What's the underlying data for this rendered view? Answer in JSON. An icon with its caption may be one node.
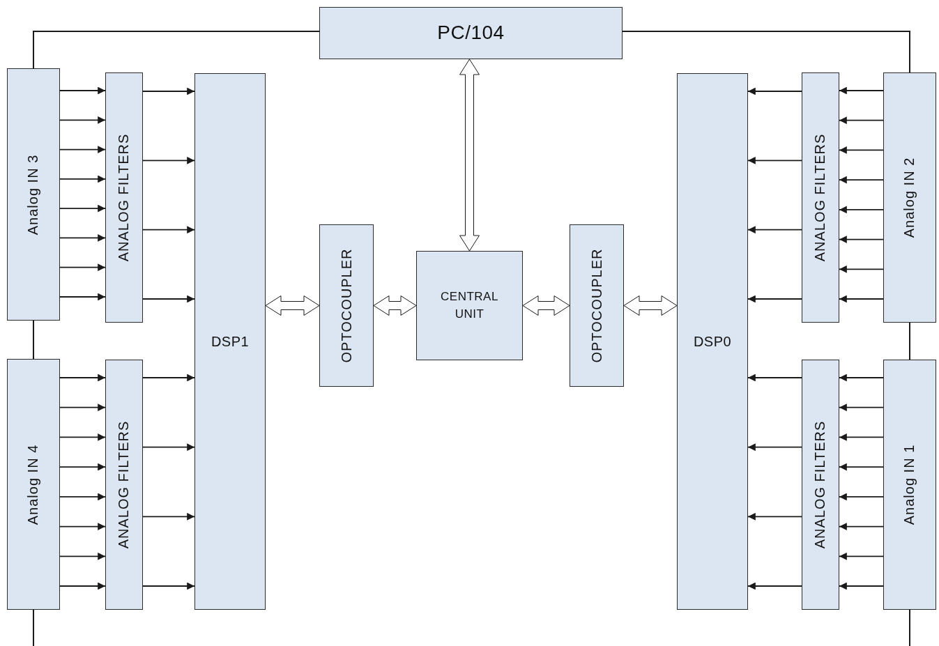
{
  "diagram": {
    "nodes": [
      {
        "text": [
          "PC/104"
        ]
      },
      {
        "text": [
          "Analog IN 3"
        ]
      },
      {
        "text": [
          "ANALOG FILTERS"
        ]
      },
      {
        "text": [
          "Analog IN 4"
        ]
      },
      {
        "text": [
          "ANALOG FILTERS"
        ]
      },
      {
        "text": [
          "DSP1"
        ]
      },
      {
        "text": [
          "OPTOCOUPLER"
        ]
      },
      {
        "text": [
          "CENTRAL UNIT"
        ]
      },
      {
        "text": [
          "OPTOCOUPLER"
        ]
      },
      {
        "text": [
          "DSP0"
        ]
      },
      {
        "text": [
          "ANALOG FILTERS"
        ]
      },
      {
        "text": [
          "Analog IN 2"
        ]
      },
      {
        "text": [
          "ANALOG FILTERS"
        ]
      },
      {
        "text": [
          "Analog IN 1"
        ]
      }
    ],
    "edges": [
      {
        "from": 0,
        "to": 1,
        "arrow": "none"
      },
      {
        "from": 1,
        "to": 3,
        "arrow": "none"
      },
      {
        "from": 3,
        "to": null,
        "arrow": "none"
      },
      {
        "from": 0,
        "to": 11,
        "arrow": "none"
      },
      {
        "from": 11,
        "to": 13,
        "arrow": "none"
      },
      {
        "from": 13,
        "to": null,
        "arrow": "none"
      },
      {
        "from": 0,
        "to": 7,
        "arrow": "both",
        "style": "thick"
      },
      {
        "from": 5,
        "to": 6,
        "arrow": "both",
        "style": "thick"
      },
      {
        "from": 6,
        "to": 7,
        "arrow": "both",
        "style": "thick"
      },
      {
        "from": 7,
        "to": 8,
        "arrow": "both",
        "style": "thick"
      },
      {
        "from": 8,
        "to": 9,
        "arrow": "both",
        "style": "thick"
      },
      {
        "from": 1,
        "to": 2,
        "arrow": "to"
      },
      {
        "from": 1,
        "to": 2,
        "arrow": "to"
      },
      {
        "from": 1,
        "to": 2,
        "arrow": "to"
      },
      {
        "from": 1,
        "to": 2,
        "arrow": "to"
      },
      {
        "from": 1,
        "to": 2,
        "arrow": "to"
      },
      {
        "from": 1,
        "to": 2,
        "arrow": "to"
      },
      {
        "from": 1,
        "to": 2,
        "arrow": "to"
      },
      {
        "from": 1,
        "to": 2,
        "arrow": "to"
      },
      {
        "from": 2,
        "to": 5,
        "arrow": "to"
      },
      {
        "from": 2,
        "to": 5,
        "arrow": "to"
      },
      {
        "from": 2,
        "to": 5,
        "arrow": "to"
      },
      {
        "from": 2,
        "to": 5,
        "arrow": "to"
      },
      {
        "from": 3,
        "to": 4,
        "arrow": "to"
      },
      {
        "from": 3,
        "to": 4,
        "arrow": "to"
      },
      {
        "from": 3,
        "to": 4,
        "arrow": "to"
      },
      {
        "from": 3,
        "to": 4,
        "arrow": "to"
      },
      {
        "from": 3,
        "to": 4,
        "arrow": "to"
      },
      {
        "from": 3,
        "to": 4,
        "arrow": "to"
      },
      {
        "from": 3,
        "to": 4,
        "arrow": "to"
      },
      {
        "from": 3,
        "to": 4,
        "arrow": "to"
      },
      {
        "from": 4,
        "to": 5,
        "arrow": "to"
      },
      {
        "from": 4,
        "to": 5,
        "arrow": "to"
      },
      {
        "from": 4,
        "to": 5,
        "arrow": "to"
      },
      {
        "from": 4,
        "to": 5,
        "arrow": "to"
      },
      {
        "from": 11,
        "to": 10,
        "arrow": "to"
      },
      {
        "from": 11,
        "to": 10,
        "arrow": "to"
      },
      {
        "from": 11,
        "to": 10,
        "arrow": "to"
      },
      {
        "from": 11,
        "to": 10,
        "arrow": "to"
      },
      {
        "from": 11,
        "to": 10,
        "arrow": "to"
      },
      {
        "from": 11,
        "to": 10,
        "arrow": "to"
      },
      {
        "from": 11,
        "to": 10,
        "arrow": "to"
      },
      {
        "from": 11,
        "to": 10,
        "arrow": "to"
      },
      {
        "from": 10,
        "to": 9,
        "arrow": "to"
      },
      {
        "from": 10,
        "to": 9,
        "arrow": "to"
      },
      {
        "from": 10,
        "to": 9,
        "arrow": "to"
      },
      {
        "from": 10,
        "to": 9,
        "arrow": "to"
      },
      {
        "from": 13,
        "to": 12,
        "arrow": "to"
      },
      {
        "from": 13,
        "to": 12,
        "arrow": "to"
      },
      {
        "from": 13,
        "to": 12,
        "arrow": "to"
      },
      {
        "from": 13,
        "to": 12,
        "arrow": "to"
      },
      {
        "from": 13,
        "to": 12,
        "arrow": "to"
      },
      {
        "from": 13,
        "to": 12,
        "arrow": "to"
      },
      {
        "from": 13,
        "to": 12,
        "arrow": "to"
      },
      {
        "from": 13,
        "to": 12,
        "arrow": "to"
      },
      {
        "from": 12,
        "to": 9,
        "arrow": "to"
      },
      {
        "from": 12,
        "to": 9,
        "arrow": "to"
      },
      {
        "from": 12,
        "to": 9,
        "arrow": "to"
      },
      {
        "from": 12,
        "to": 9,
        "arrow": "to"
      }
    ]
  }
}
